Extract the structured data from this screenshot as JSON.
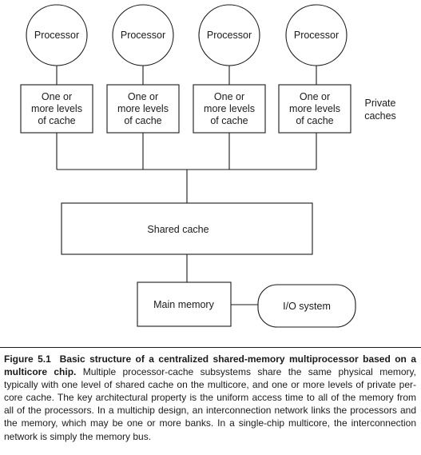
{
  "diagram": {
    "processors": [
      "Processor",
      "Processor",
      "Processor",
      "Processor"
    ],
    "private_caches": [
      [
        "One or",
        "more levels",
        "of cache"
      ],
      [
        "One or",
        "more levels",
        "of cache"
      ],
      [
        "One or",
        "more levels",
        "of cache"
      ],
      [
        "One or",
        "more levels",
        "of cache"
      ]
    ],
    "private_caches_label": [
      "Private",
      "caches"
    ],
    "shared_cache": "Shared cache",
    "main_memory": "Main memory",
    "io_system": "I/O system"
  },
  "caption": {
    "label": "Figure 5.1",
    "title": "Basic structure of a centralized shared-memory multiprocessor based on a multicore chip.",
    "body": "Multiple processor-cache subsystems share the same physical memory, typically with one level of shared cache on the multicore, and one or more levels of private per-core cache. The key architectural property is the uniform access time to all of the memory from all of the processors. In a multichip design, an interconnection network links the processors and the memory, which may be one or more banks. In a single-chip multicore, the interconnection network is simply the memory bus."
  }
}
